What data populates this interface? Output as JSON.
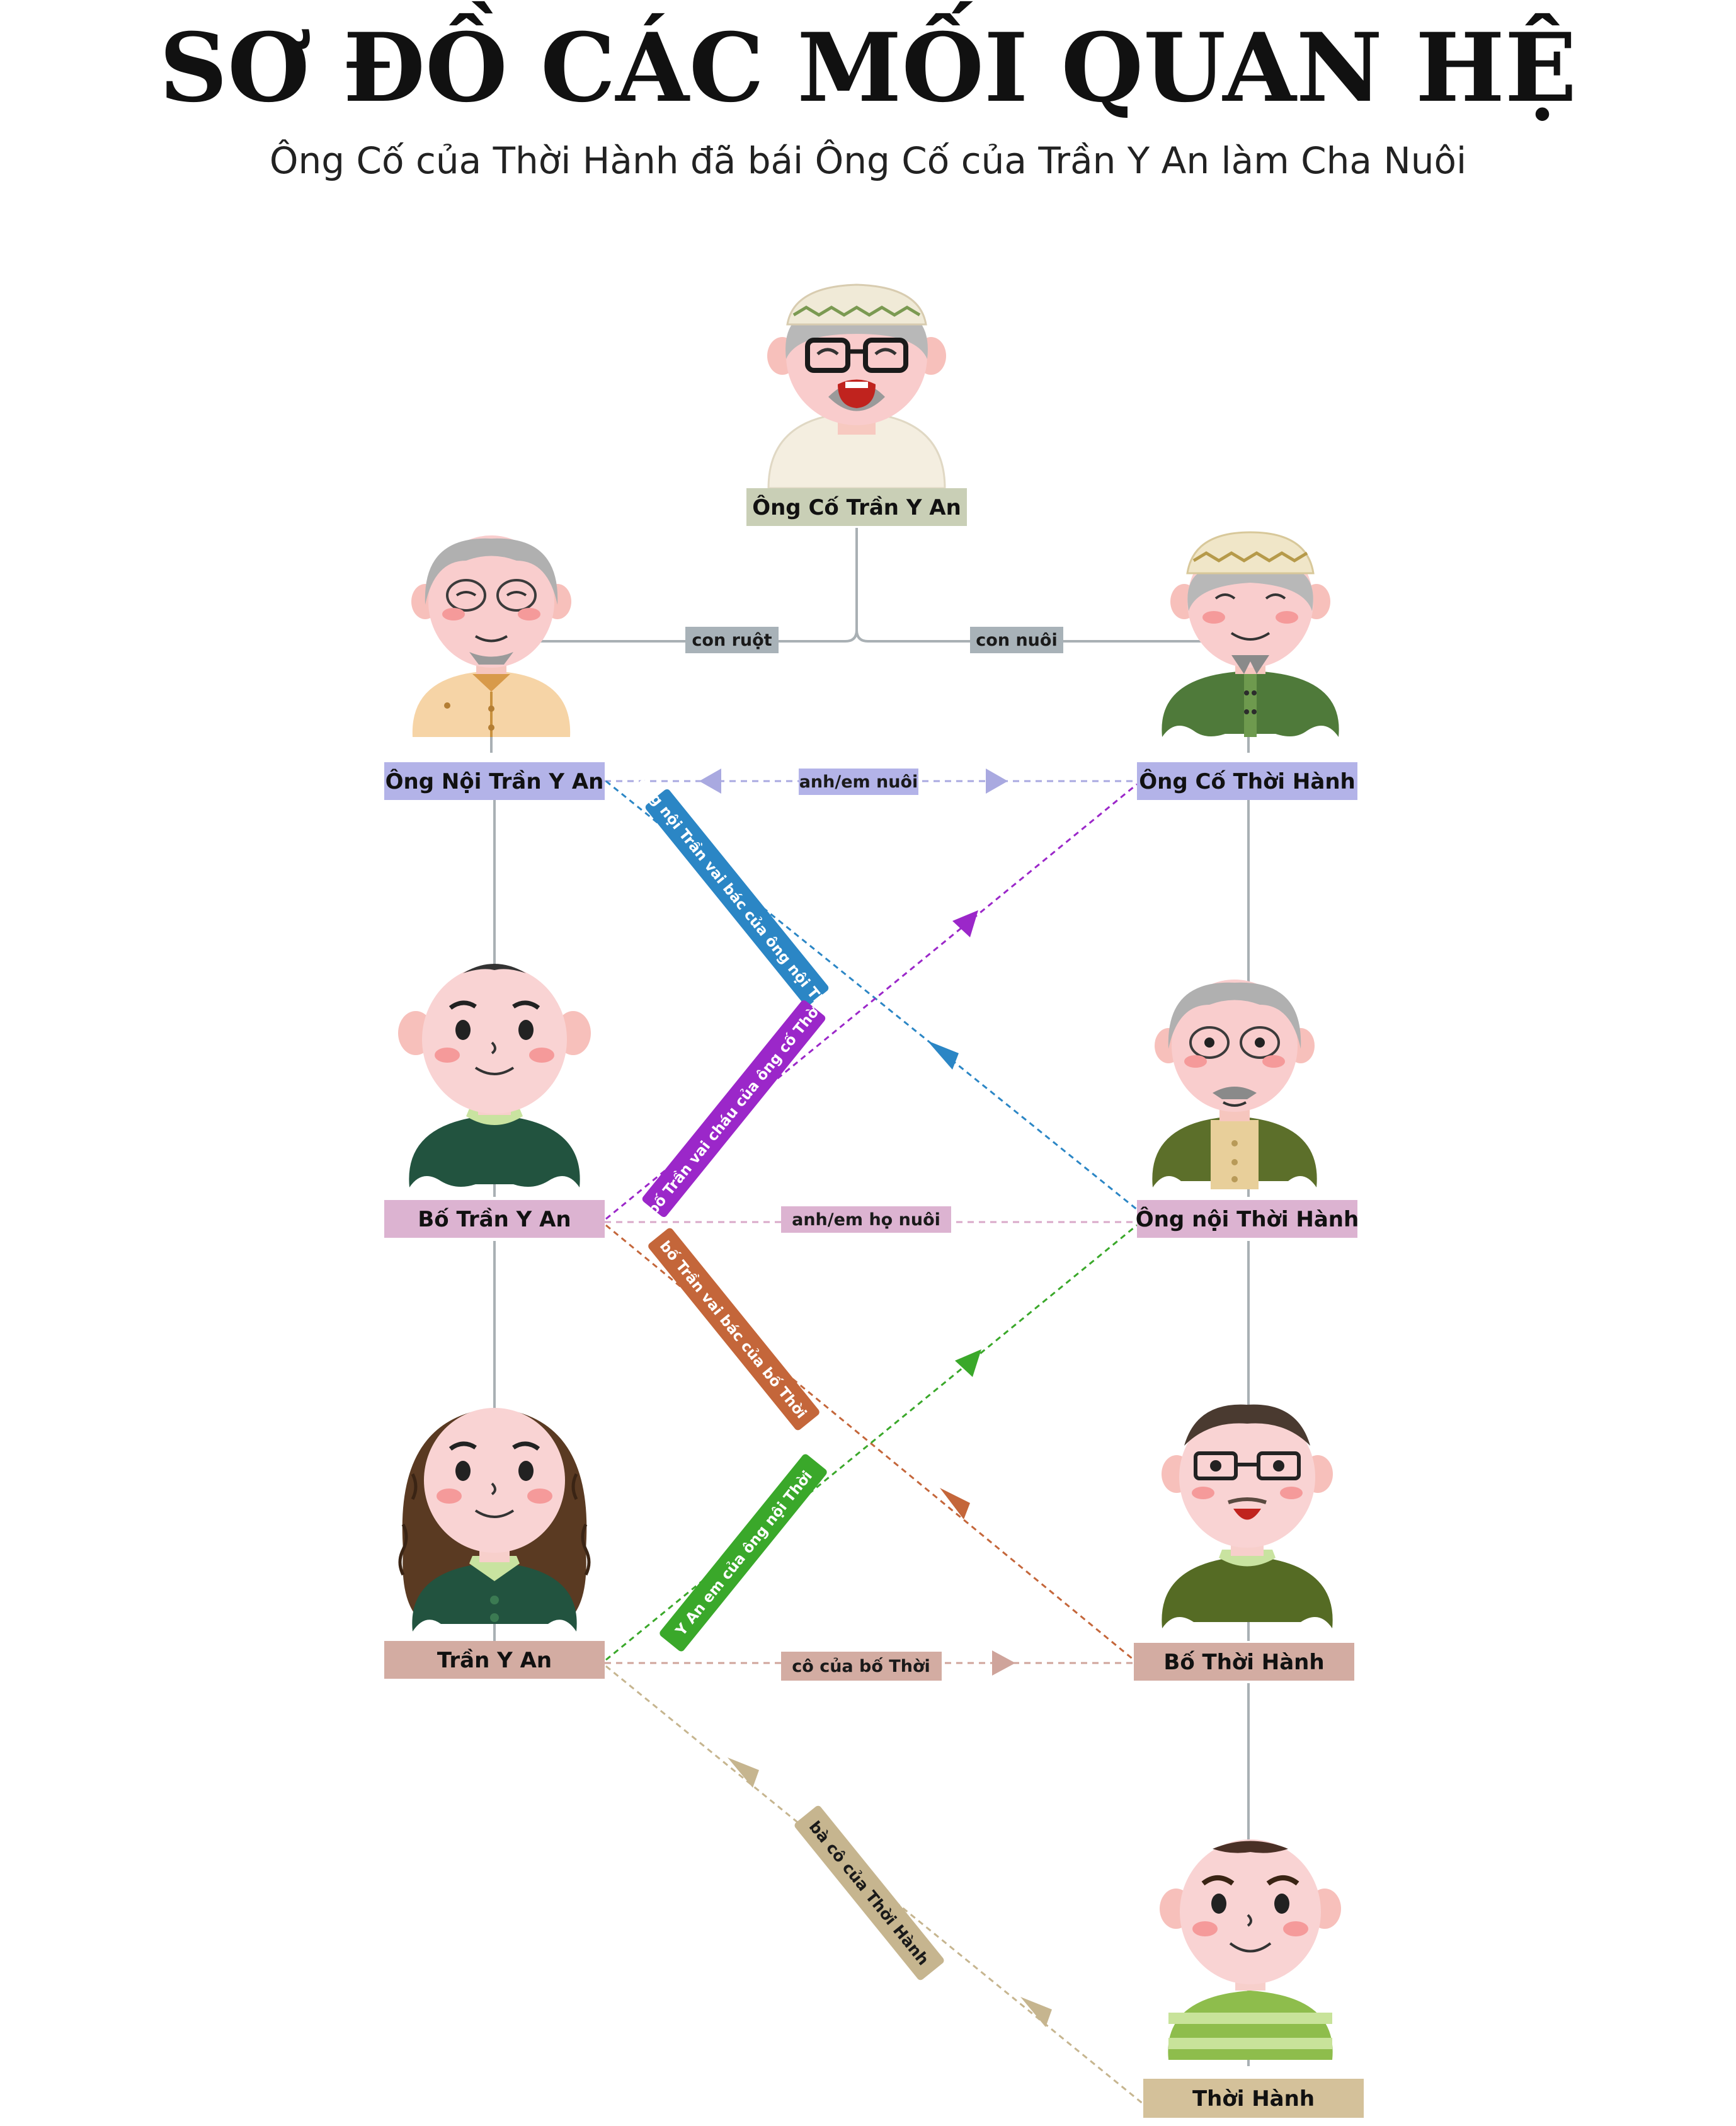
{
  "title": "SƠ ĐỒ CÁC MỐI QUAN HỆ",
  "subtitle": "Ông Cố của Thời Hành đã bái Ông Cố của Trần Y An làm Cha Nuôi",
  "colors": {
    "gray_line": "#a9b0b4",
    "node_top": "#c9cfb6",
    "node_gen1": "#b3b3e8",
    "node_gen2": "#dcb3d1",
    "node_gen3": "#d3aca2",
    "node_bottom": "#d4c19a",
    "tag_gray": "#a8b2b8",
    "blue": "#2b86c5",
    "purple": "#9b27c9",
    "orange": "#c4663a",
    "green": "#3aa82a",
    "tan": "#c6b58f"
  },
  "nodes": [
    {
      "id": "ong_co_tran",
      "label": "Ông Cố Trần Y An",
      "kind": "elder-cap"
    },
    {
      "id": "ong_noi_tran",
      "label": "Ông Nội Trần Y An",
      "kind": "elder-orange"
    },
    {
      "id": "ong_co_thoi",
      "label": "Ông Cố Thời Hành",
      "kind": "elder-green-cap"
    },
    {
      "id": "bo_tran",
      "label": "Bố Trần Y An",
      "kind": "man-dark"
    },
    {
      "id": "ong_noi_thoi",
      "label": "Ông nội Thời Hành",
      "kind": "elder-olive"
    },
    {
      "id": "tran_y_an",
      "label": "Trần Y An",
      "kind": "girl-curly"
    },
    {
      "id": "bo_thoi",
      "label": "Bố Thời Hành",
      "kind": "man-glasses"
    },
    {
      "id": "thoi_hanh",
      "label": "Thời Hành",
      "kind": "boy-striped"
    }
  ],
  "edges": [
    {
      "id": "e_con_ruot",
      "label": "con ruột",
      "color": "tag_gray"
    },
    {
      "id": "e_con_nuoi",
      "label": "con nuôi",
      "color": "tag_gray"
    },
    {
      "id": "e_anh_em_nuoi",
      "label": "anh/em nuôi",
      "color": "node_gen1"
    },
    {
      "id": "e_blue",
      "label": "ông nội Trần vai bác của ông nội Thời",
      "color": "blue"
    },
    {
      "id": "e_purple",
      "label": "bố Trần vai cháu  của ông cố Thời",
      "color": "purple"
    },
    {
      "id": "e_anh_em_ho_nuoi",
      "label": "anh/em họ nuôi",
      "color": "node_gen2"
    },
    {
      "id": "e_orange",
      "label": "bố Trần vai bác của bố Thời",
      "color": "orange"
    },
    {
      "id": "e_green",
      "label": "Y An em của ông nội Thời",
      "color": "green"
    },
    {
      "id": "e_co_cua_bo",
      "label": "cô của bố Thời",
      "color": "node_gen3"
    },
    {
      "id": "e_tan",
      "label": "bà cô của Thời Hành",
      "color": "tan"
    }
  ]
}
